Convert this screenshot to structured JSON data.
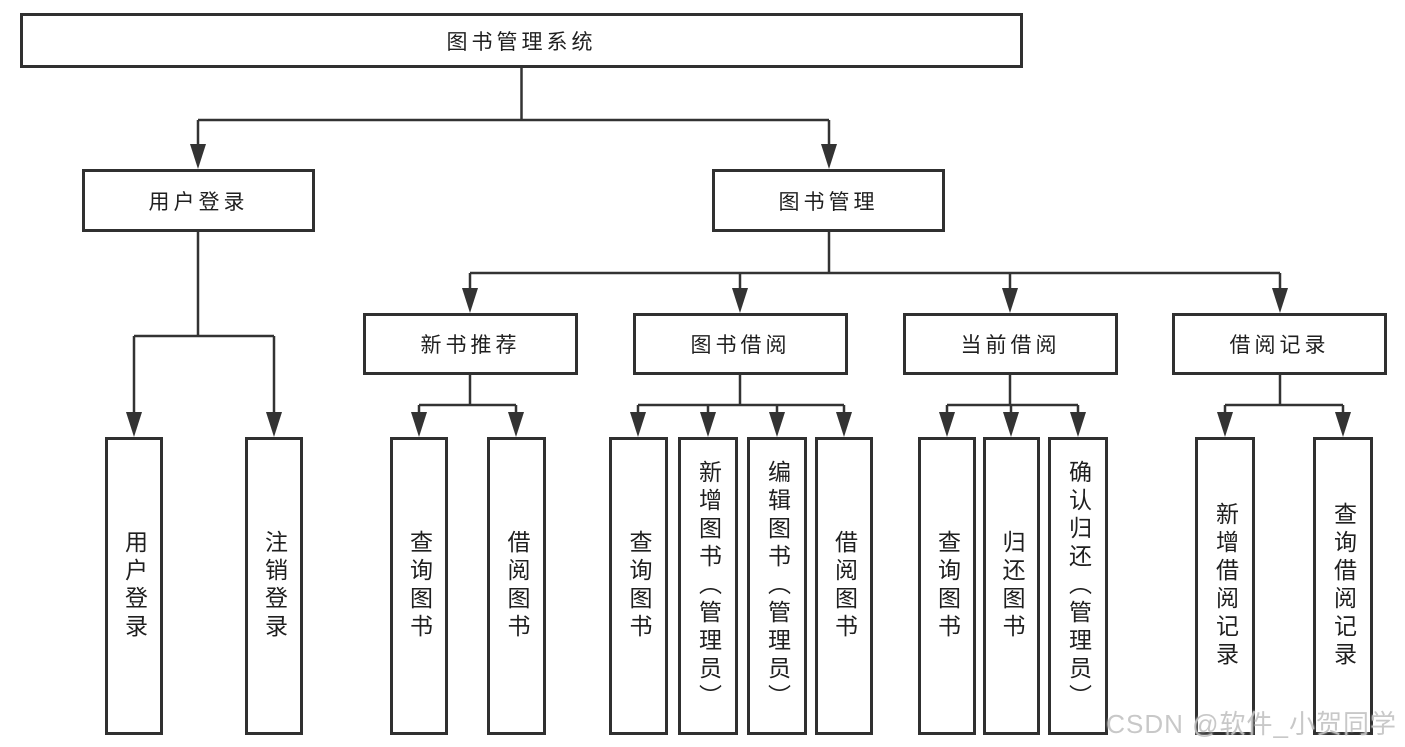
{
  "diagram": {
    "root": {
      "label": "图书管理系统"
    },
    "branches": [
      {
        "label": "用户登录",
        "children": [
          {
            "label": "用户登录"
          },
          {
            "label": "注销登录"
          }
        ]
      },
      {
        "label": "图书管理",
        "children": [
          {
            "label": "新书推荐",
            "children": [
              {
                "label": "查询图书"
              },
              {
                "label": "借阅图书"
              }
            ]
          },
          {
            "label": "图书借阅",
            "children": [
              {
                "label": "查询图书"
              },
              {
                "label": "新增图书（管理员）"
              },
              {
                "label": "编辑图书（管理员）"
              },
              {
                "label": "借阅图书"
              }
            ]
          },
          {
            "label": "当前借阅",
            "children": [
              {
                "label": "查询图书"
              },
              {
                "label": "归还图书"
              },
              {
                "label": "确认归还（管理员）"
              }
            ]
          },
          {
            "label": "借阅记录",
            "children": [
              {
                "label": "新增借阅记录"
              },
              {
                "label": "查询借阅记录"
              }
            ]
          }
        ]
      }
    ]
  },
  "watermark": {
    "text": "CSDN @软件_小贺同学"
  },
  "colors": {
    "line": "#333333",
    "box_border": "#303030",
    "text": "#1f1f1f",
    "background": "#ffffff",
    "watermark": "#c4c4c4"
  }
}
